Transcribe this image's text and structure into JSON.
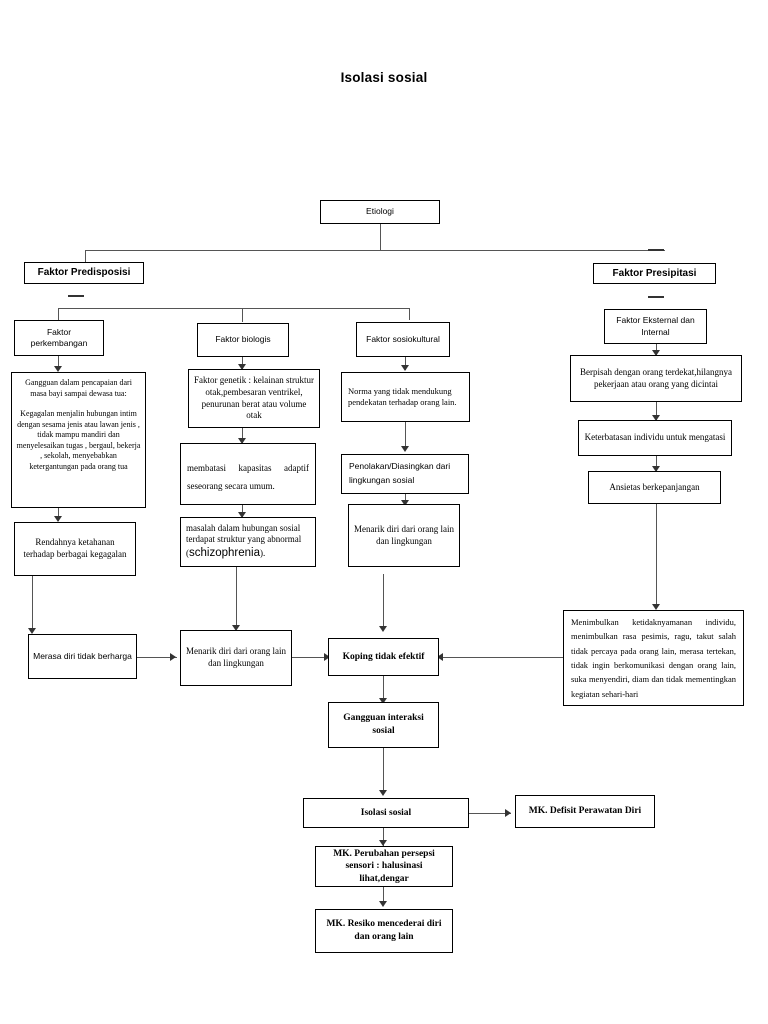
{
  "document": {
    "title": "Isolasi sosial"
  },
  "nodes": {
    "etiologi": "Etiologi",
    "faktor_predisposisi": "Faktor Predisposisi",
    "faktor_presipitasi": "Faktor Presipitasi",
    "faktor_perkembangan": "Faktor perkembangan",
    "faktor_biologis": "Faktor biologis",
    "faktor_sosiokultural": "Faktor sosiokultural",
    "faktor_eksternal_internal": "Faktor Eksternal dan Internal",
    "gangguan_pencapaian": "Gangguan dalam pencapaian dari masa bayi sampai dewasa tua:",
    "gangguan_pencapaian_2": "Kegagalan menjalin hubungan intim dengan sesama jenis atau lawan jenis , tidak mampu mandiri dan menyelesaikan tugas , bergaul, bekerja , sekolah, menyebabkan ketergantungan pada orang tua",
    "rendahnya_ketahanan": "Rendahnya ketahanan terhadap berbagai kegagalan",
    "faktor_genetik": "Faktor genetik : kelainan struktur otak,pembesaran ventrikel, penurunan berat atau volume otak",
    "membatasi_kapasitas": "membatasi kapasitas adaptif seseorang secara umum.",
    "masalah_hubungan_sosial": "masalah dalam hubungan sosial terdapat struktur yang abnormal (",
    "masalah_hubungan_sosial_tail": "schizophrenia",
    "masalah_hubungan_sosial_end": ").",
    "norma_tidak_mendukung": "Norma yang tidak mendukung pendekatan terhadap orang lain.",
    "penolakan_diasingkan": "Penolakan/Diasingkan dari lingkungan sosial",
    "menarik_diri_tengah": "Menarik diri dari orang lain dan lingkungan",
    "berpisah_dengan_orang": "Berpisah dengan orang terdekat,hilangnya pekerjaan atau orang yang dicintai",
    "keterbatasan_individu": "Keterbatasan individu untuk mengatasi",
    "ansietas_berkepanjangan": "Ansietas berkepanjangan",
    "menimbulkan_ketidaknyamanan": "Menimbulkan ketidaknyamanan individu, menimbulkan rasa pesimis, ragu, takut salah tidak percaya pada orang lain, merasa tertekan, tidak ingin berkomunikasi dengan orang lain, suka menyendiri, diam dan tidak mementingkan kegiatan sehari-hari",
    "merasa_diri_tidak_berharga": "Merasa diri tidak berharga",
    "menarik_diri_bawah": "Menarik diri dari orang lain dan lingkungan",
    "koping_tidak_efektif": "Koping tidak efektif",
    "gangguan_interaksi_sosial": "Gangguan interaksi sosial",
    "isolasi_sosial": "Isolasi sosial",
    "mk_defisit_perawatan_diri": "MK.   Defisit Perawatan Diri",
    "mk_perubahan_persepsi": "MK.   Perubahan persepsi sensori : halusinasi lihat,dengar",
    "mk_resiko_mencederai": "MK. Resiko mencederai diri dan orang lain"
  },
  "colors": {
    "page_background": "#ffffff",
    "box_border": "#000000",
    "connector": "#555555",
    "arrow": "#333333",
    "text": "#000000"
  }
}
